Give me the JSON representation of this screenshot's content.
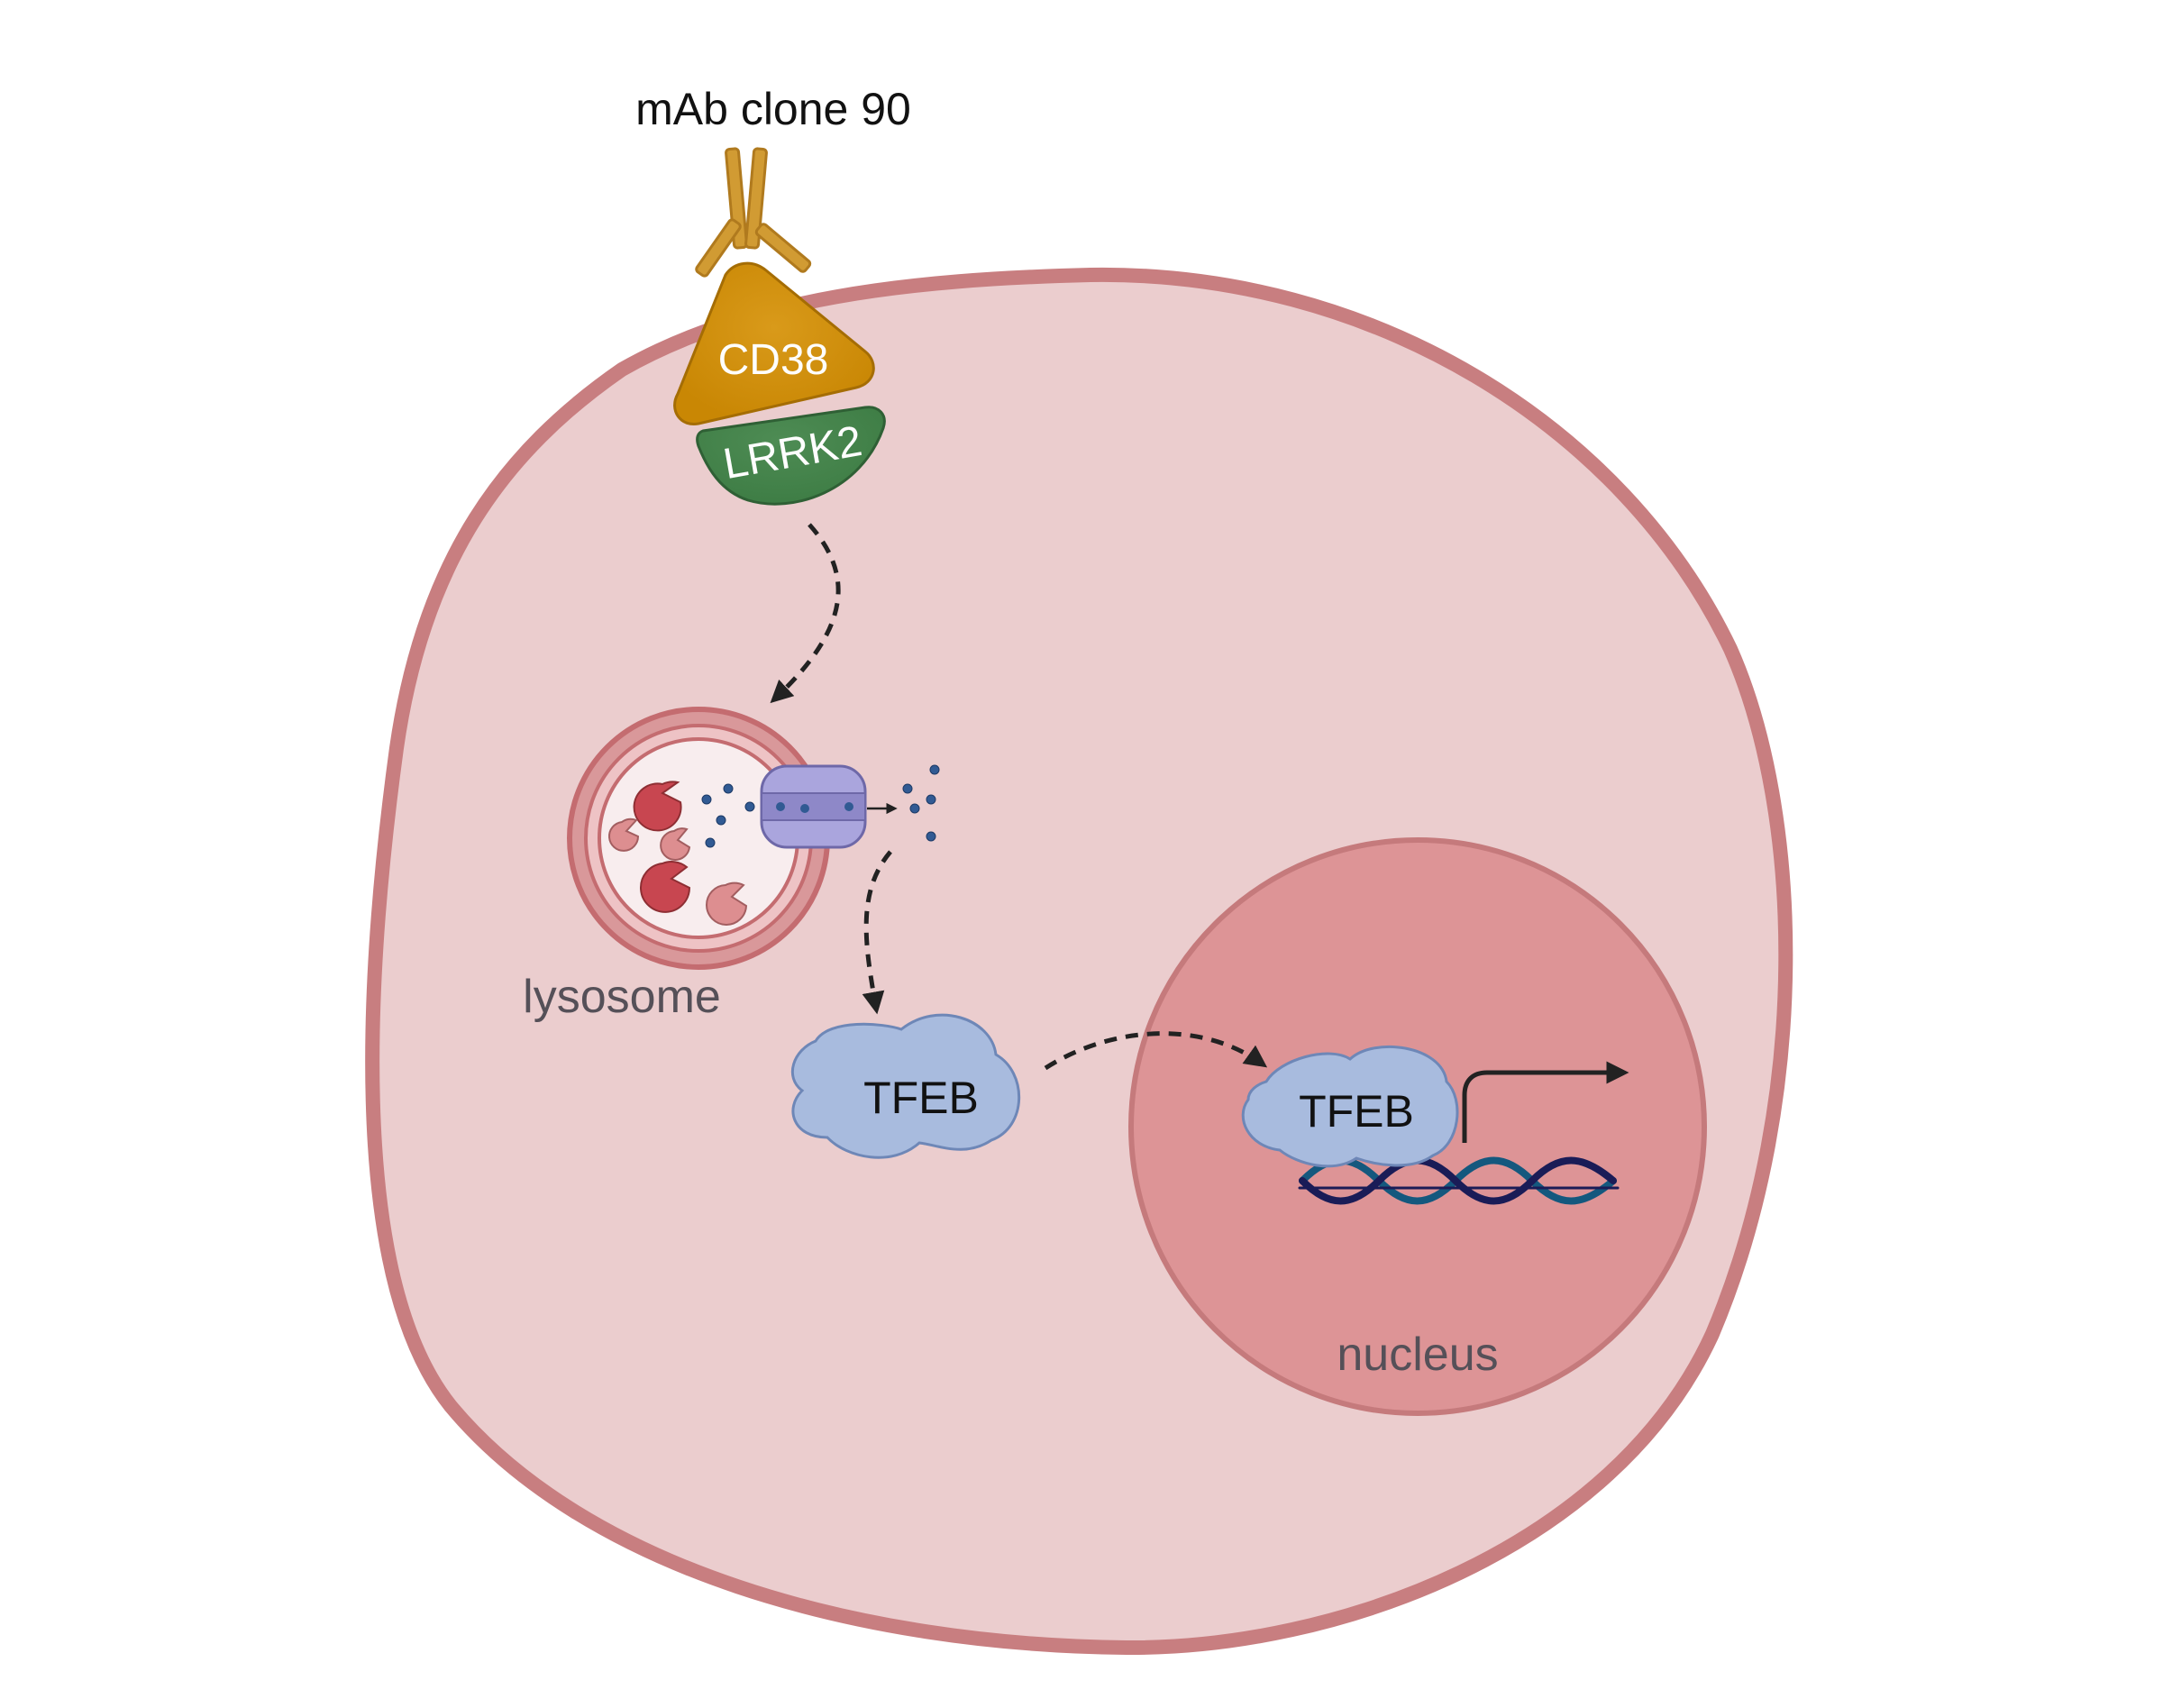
{
  "labels": {
    "title": "mAb clone 90",
    "cd38": "CD38",
    "lrrk2": "LRRK2",
    "lysosome": "lysosome",
    "tfeb_cytoplasm": "TFEB",
    "tfeb_nucleus": "TFEB",
    "nucleus": "nucleus"
  },
  "colors": {
    "cell_fill": "#EBCDCE",
    "cell_border": "#C87E80",
    "nucleus_fill": "#DD9496",
    "nucleus_border": "#C57A7C",
    "antibody": "#D19B33",
    "cd38": "#C98704",
    "lrrk2": "#3E7D45",
    "tfeb": "#A8BBDE",
    "channel": "#AAA5DD",
    "dna_dark": "#1A1C57",
    "dna_teal": "#14587E",
    "enzyme_dark": "#C84650",
    "enzyme_light": "#DD8E90",
    "ion_dots": "#315A93",
    "arrow": "#222222"
  },
  "icons": [
    "antibody-icon",
    "dna-helix-icon",
    "transcription-arrow-icon",
    "lysosome-channel-icon",
    "enzyme-icon"
  ]
}
